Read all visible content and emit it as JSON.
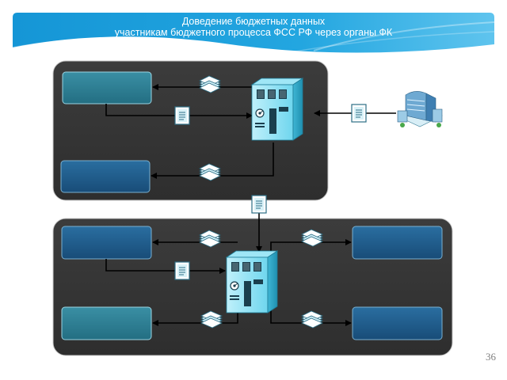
{
  "header": {
    "title_line1": "Доведение бюджетных данных",
    "title_line2": "участникам бюджетного процесса ФСС РФ через органы ФК"
  },
  "slide": {
    "page_number": "36"
  },
  "colors": {
    "banner": "#1a9bd8",
    "panel": "#3a3a3a",
    "box_teal": "#2a7a8e",
    "box_blue": "#1e5a8a",
    "server": "#5fd0e8",
    "arrow": "#000000"
  },
  "icons": [
    "document-icon",
    "document-stack-icon",
    "server-building-icon",
    "office-building-icon"
  ]
}
